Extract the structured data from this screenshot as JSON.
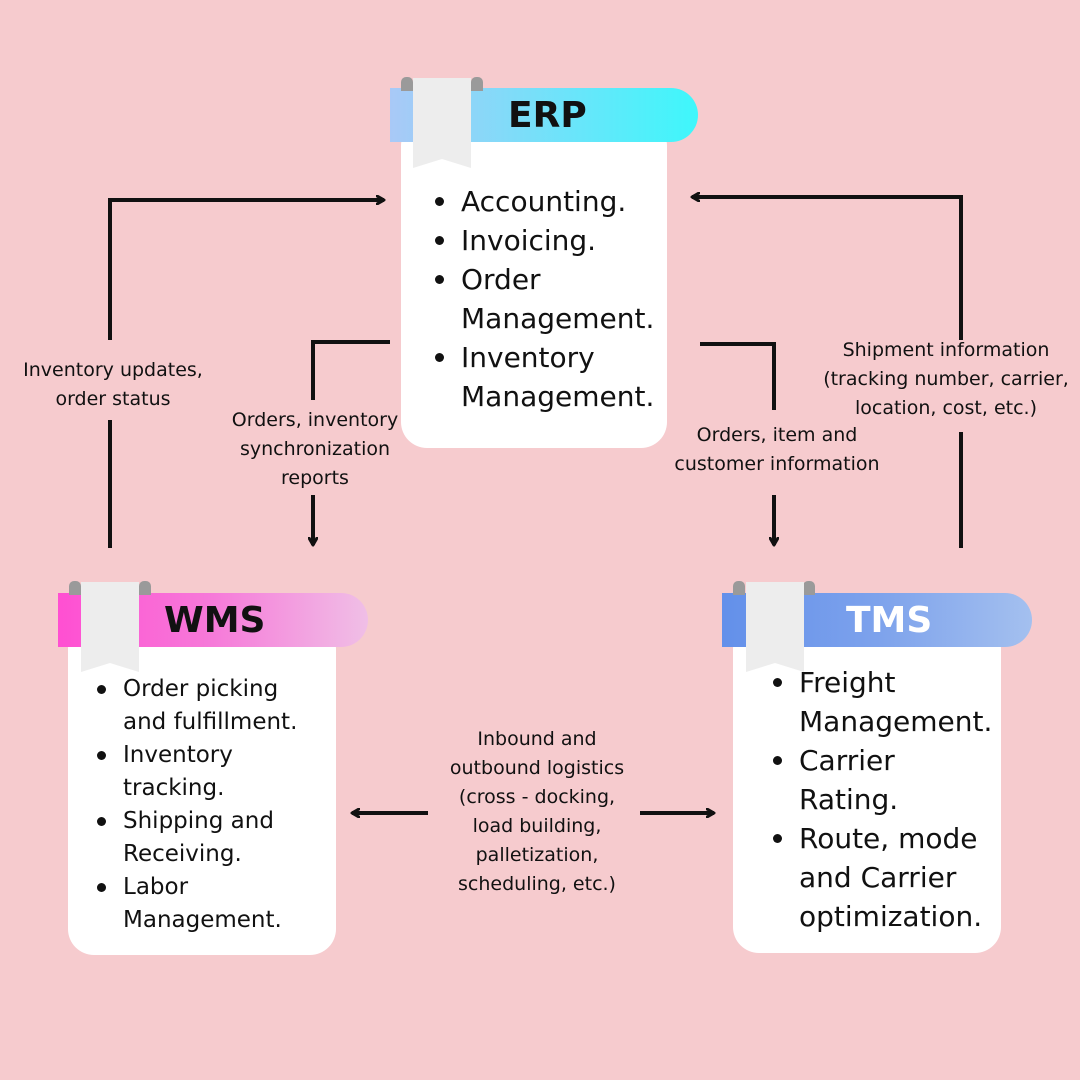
{
  "erp": {
    "title": "ERP",
    "items": [
      "Accounting.",
      "Invoicing.",
      "Order\nManagement.",
      "Inventory\nManagement."
    ]
  },
  "wms": {
    "title": "WMS",
    "items": [
      "Order picking\nand fulfillment.",
      "Inventory\ntracking.",
      "Shipping and\nReceiving.",
      "Labor\nManagement."
    ]
  },
  "tms": {
    "title": "TMS",
    "items": [
      "Freight\nManagement.",
      "Carrier\nRating.",
      "Route, mode\nand Carrier\noptimization."
    ]
  },
  "flows": {
    "wms_to_erp": "Inventory updates,\norder status",
    "erp_to_wms": "Orders, inventory\nsynchronization\nreports",
    "erp_to_tms": "Orders, item and\ncustomer information",
    "tms_to_erp": "Shipment information\n(tracking number, carrier,\nlocation, cost, etc.)",
    "wms_tms": "Inbound and\noutbound logistics\n(cross - docking,\nload building,\npalletization,\nscheduling, etc.)"
  },
  "colors": {
    "background": "#f6cbce",
    "erp_header": [
      "#a9c9f7",
      "#3ef7fb"
    ],
    "wms_header": [
      "#ff4fd2",
      "#f0bfe6"
    ],
    "tms_header": [
      "#6390ea",
      "#a4c0ef"
    ]
  }
}
